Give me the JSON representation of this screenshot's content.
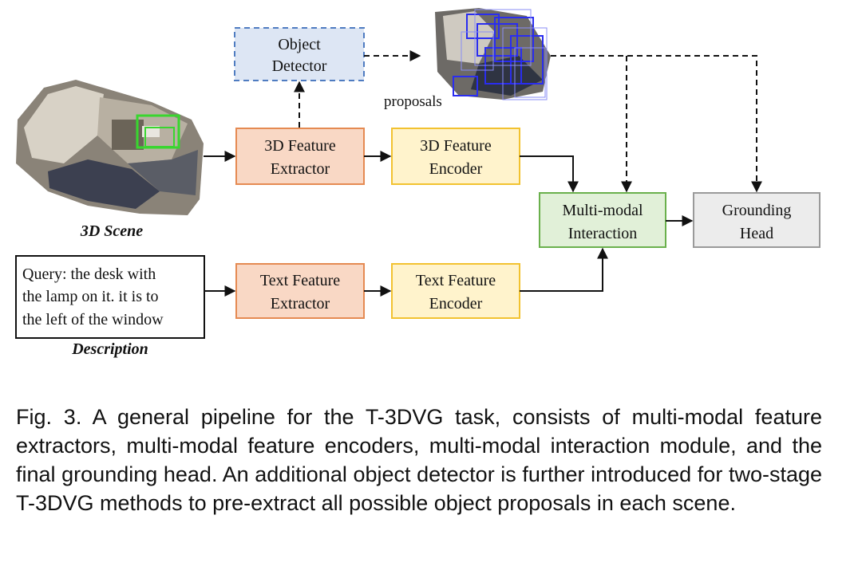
{
  "diagram": {
    "scene_label": "3D Scene",
    "description_label": "Description",
    "proposals_label": "proposals",
    "query_lines": [
      "Query: the desk with",
      "the lamp on it. it is to",
      "the left of the window"
    ],
    "object_detector": [
      "Object",
      "Detector"
    ],
    "feature_extractor_3d": [
      "3D Feature",
      "Extractor"
    ],
    "feature_encoder_3d": [
      "3D Feature",
      "Encoder"
    ],
    "text_feature_extractor": [
      "Text Feature",
      "Extractor"
    ],
    "text_feature_encoder": [
      "Text Feature",
      "Encoder"
    ],
    "interaction": [
      "Multi-modal",
      "Interaction"
    ],
    "grounding_head": [
      "Grounding",
      "Head"
    ],
    "colors": {
      "detector_fill": "#dde6f4",
      "detector_stroke": "#4f7cc1",
      "extractor_fill": "#f9d8c5",
      "extractor_stroke": "#e58a52",
      "encoder_fill": "#fff3cc",
      "encoder_stroke": "#f2c230",
      "interaction_fill": "#e1f0d8",
      "interaction_stroke": "#6ab04c",
      "head_fill": "#ececec",
      "head_stroke": "#9a9a9a"
    }
  },
  "caption": "Fig. 3. A general pipeline for the T-3DVG task, consists of multi-modal feature extractors, multi-modal feature encoders, multi-modal interaction module, and the final grounding head. An additional object detector is further introduced for two-stage T-3DVG methods to pre-extract all possible object proposals in each scene."
}
